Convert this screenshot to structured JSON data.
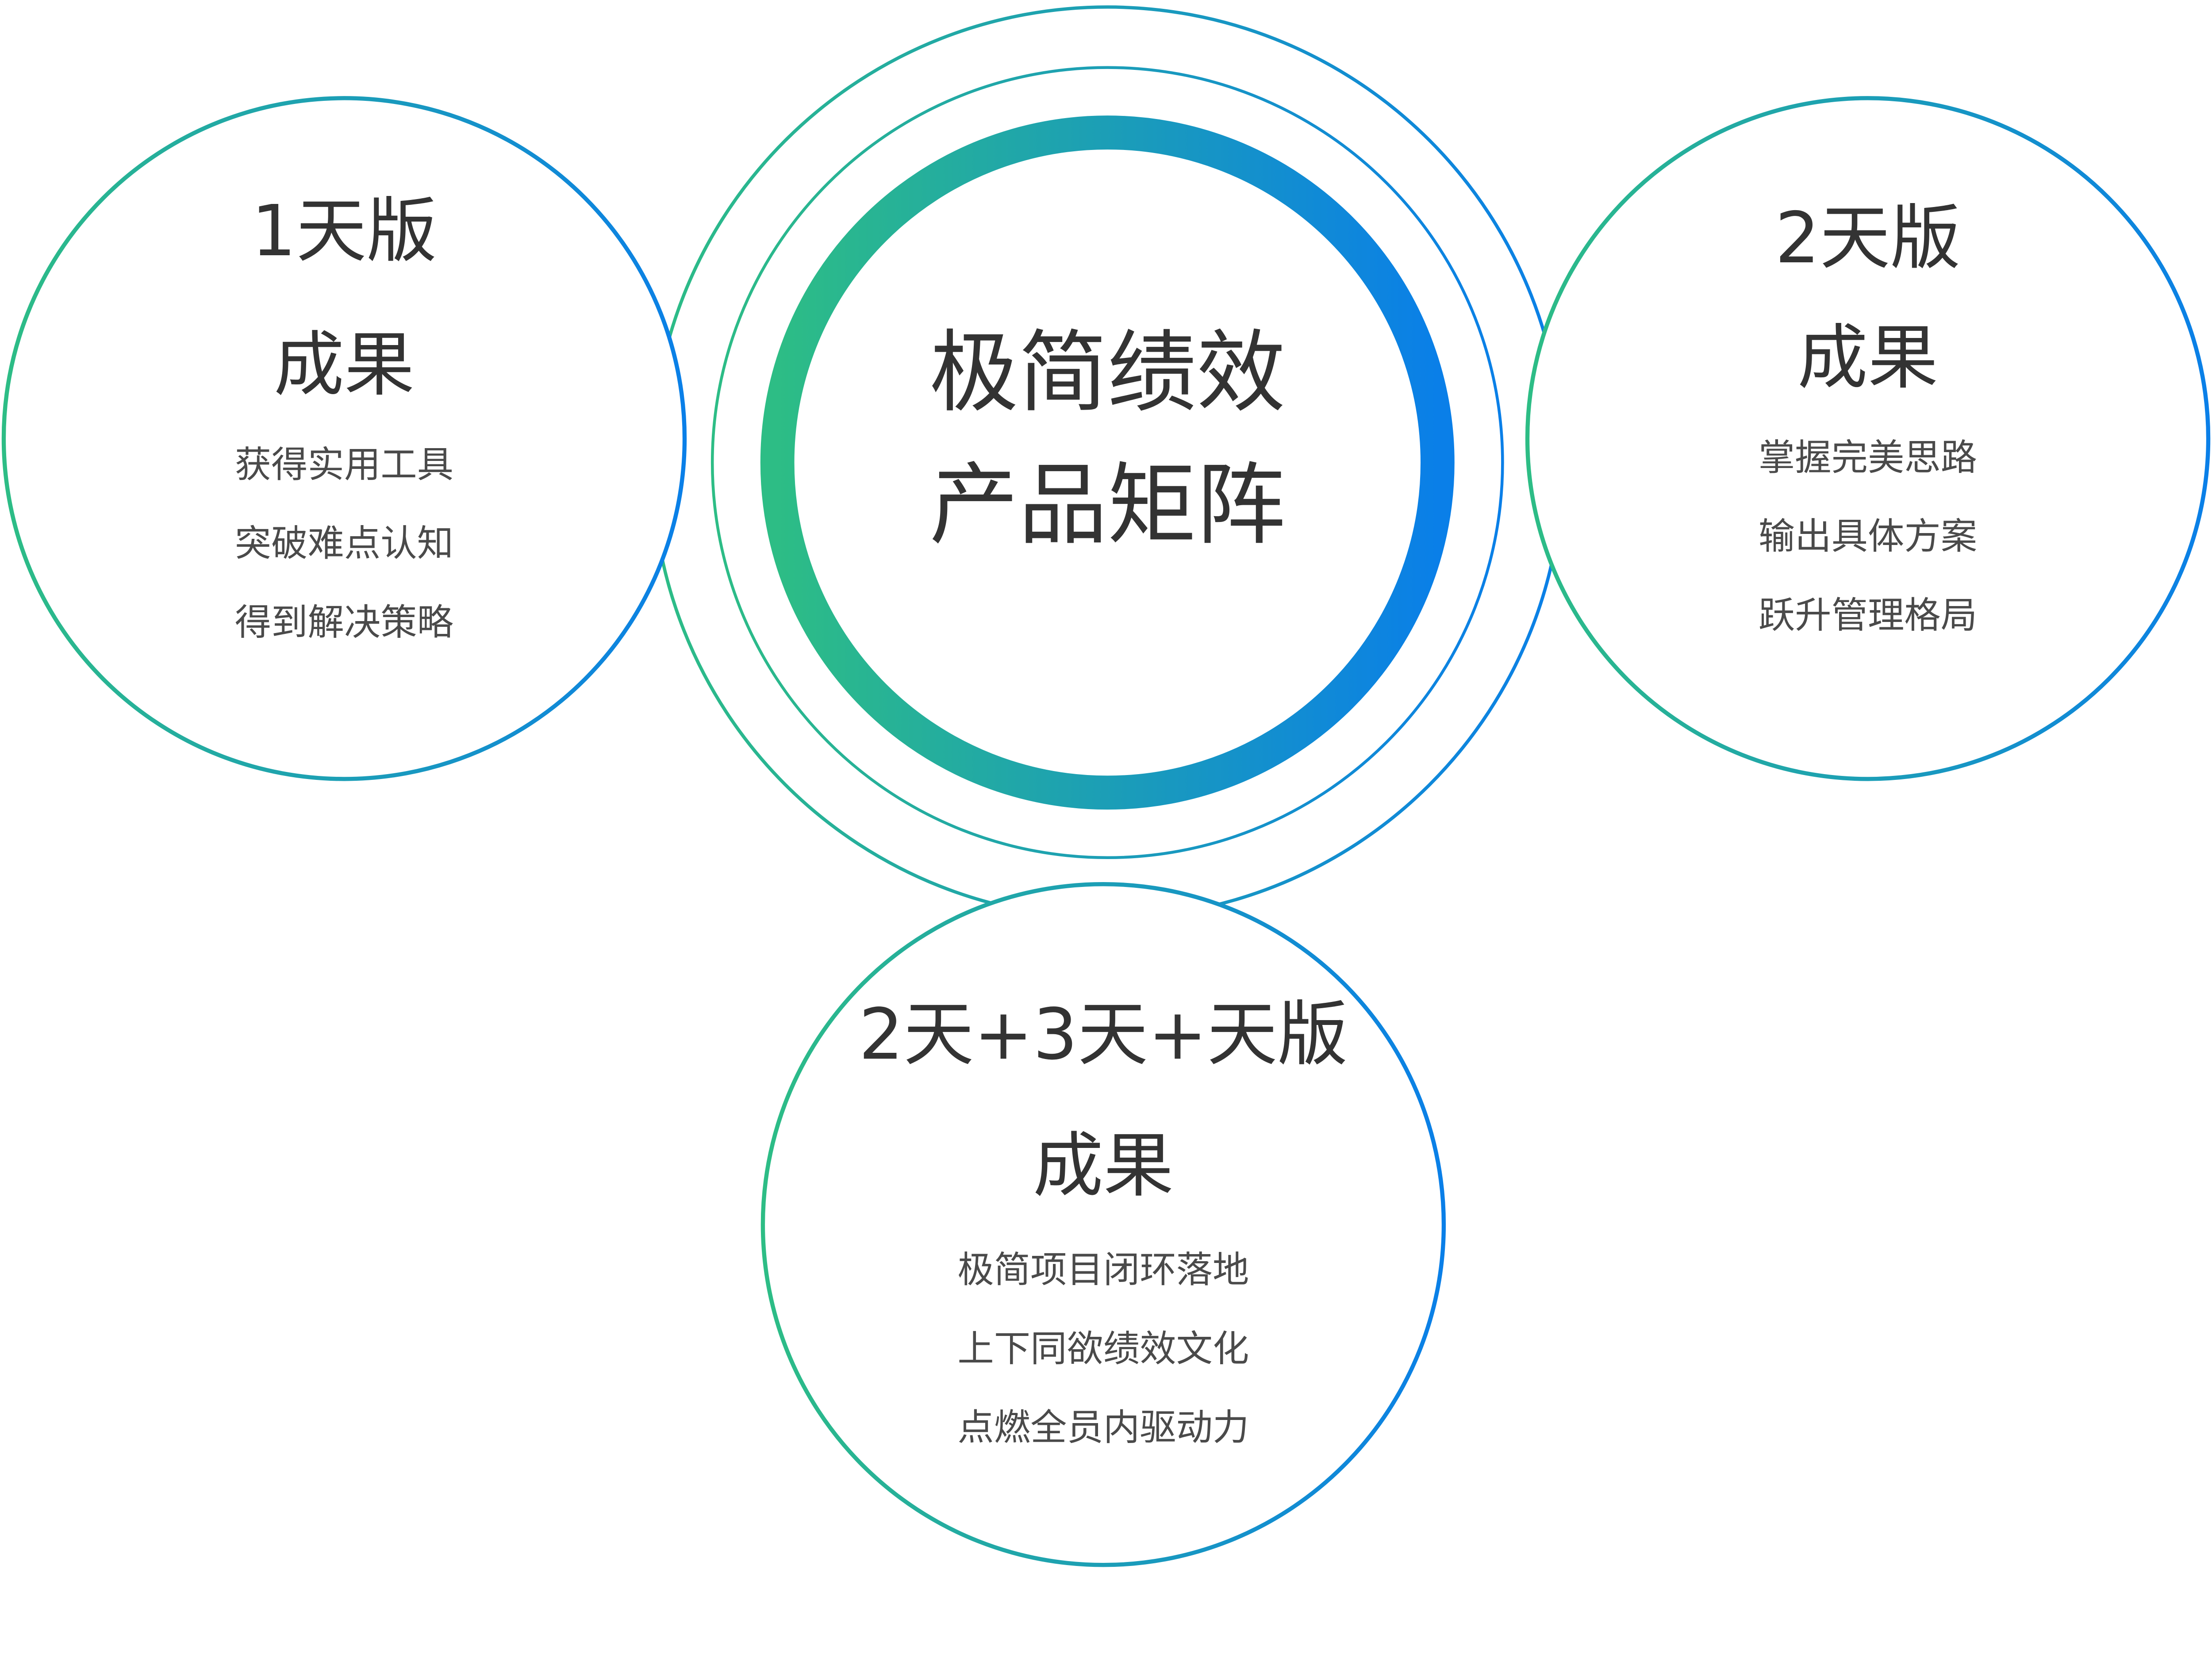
{
  "center": {
    "line1": "极简绩效",
    "line2": "产品矩阵"
  },
  "cards": [
    {
      "title": "1天版",
      "subtitle": "成果",
      "items": [
        "获得实用工具",
        "突破难点认知",
        "得到解决策略"
      ]
    },
    {
      "title": "2天版",
      "subtitle": "成果",
      "items": [
        "掌握完美思路",
        "输出具体方案",
        "跃升管理格局"
      ]
    },
    {
      "title": "2天+3天+天版",
      "subtitle": "成果",
      "items": [
        "极简项目闭环落地",
        "上下同欲绩效文化",
        "点燃全员内驱动力"
      ]
    }
  ],
  "colors": {
    "gradient_start": "#2dbd85",
    "gradient_end": "#0a7fe8",
    "text": "#333333"
  }
}
